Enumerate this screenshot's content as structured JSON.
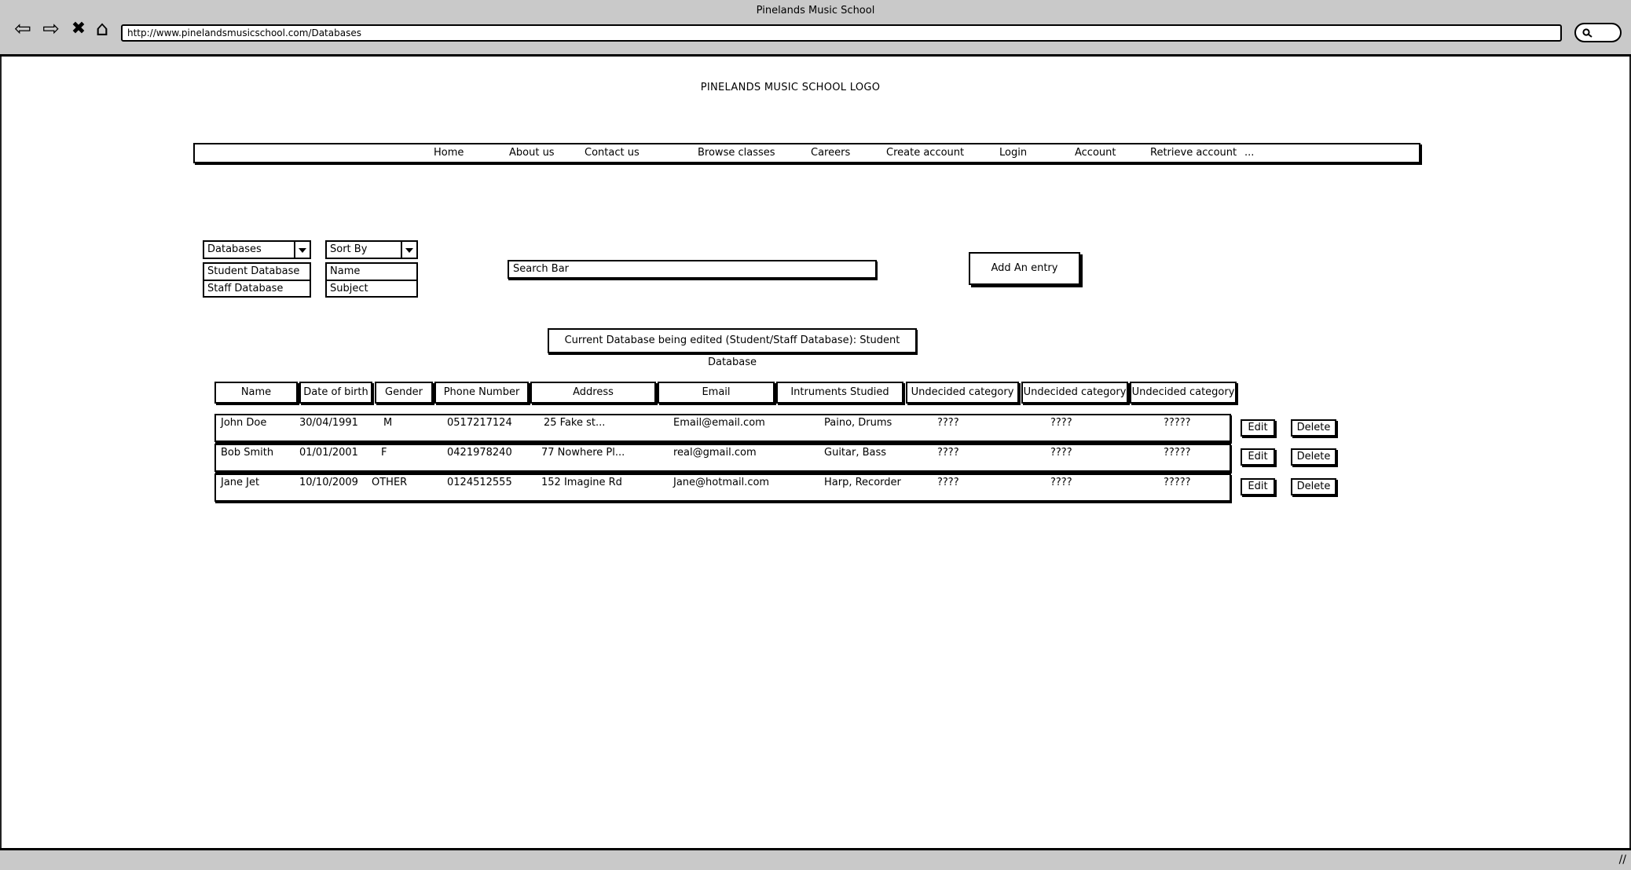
{
  "window": {
    "title": "Pinelands Music School"
  },
  "browser": {
    "url": "http://www.pinelandsmusicschool.com/Databases",
    "back_glyph": "⇦",
    "forward_glyph": "⇨",
    "stop_glyph": "✖",
    "home_glyph": "⌂"
  },
  "logo_text": "PINELANDS MUSIC SCHOOL LOGO",
  "nav": [
    {
      "label": "Home"
    },
    {
      "label": "About us"
    },
    {
      "label": "Contact us"
    },
    {
      "label": "Browse classes"
    },
    {
      "label": "Careers"
    },
    {
      "label": "Create account"
    },
    {
      "label": "Login"
    },
    {
      "label": "Account"
    },
    {
      "label": "Retrieve account"
    },
    {
      "label": "..."
    }
  ],
  "databases_dropdown": {
    "label": "Databases",
    "options": [
      "Student Database",
      "Staff Database"
    ]
  },
  "sort_dropdown": {
    "label": "Sort By",
    "options": [
      "Name",
      "Subject"
    ]
  },
  "search": {
    "placeholder": "Search Bar"
  },
  "add_entry_label": "Add An entry",
  "current_db_text": "Current Database being edited (Student/Staff Database): Student Database",
  "table": {
    "columns": [
      "Name",
      "Date of birth",
      "Gender",
      "Phone Number",
      "Address",
      "Email",
      "Intruments Studied",
      "Undecided category",
      "Undecided category",
      "Undecided category"
    ],
    "rows": [
      [
        "John Doe",
        "30/04/1991",
        "M",
        "0517217124",
        "25 Fake st...",
        "Email@email.com",
        "Paino, Drums",
        "????",
        "????",
        "?????"
      ],
      [
        "Bob Smith",
        "01/01/2001",
        "F",
        "0421978240",
        "77 Nowhere Pl...",
        "real@gmail.com",
        "Guitar, Bass",
        "????",
        "????",
        "?????"
      ],
      [
        "Jane Jet",
        "10/10/2009",
        "OTHER",
        "0124512555",
        "152 Imagine Rd",
        "Jane@hotmail.com",
        "Harp, Recorder",
        "????",
        "????",
        "?????"
      ]
    ],
    "edit_label": "Edit",
    "delete_label": "Delete"
  },
  "resize_glyph": "//"
}
